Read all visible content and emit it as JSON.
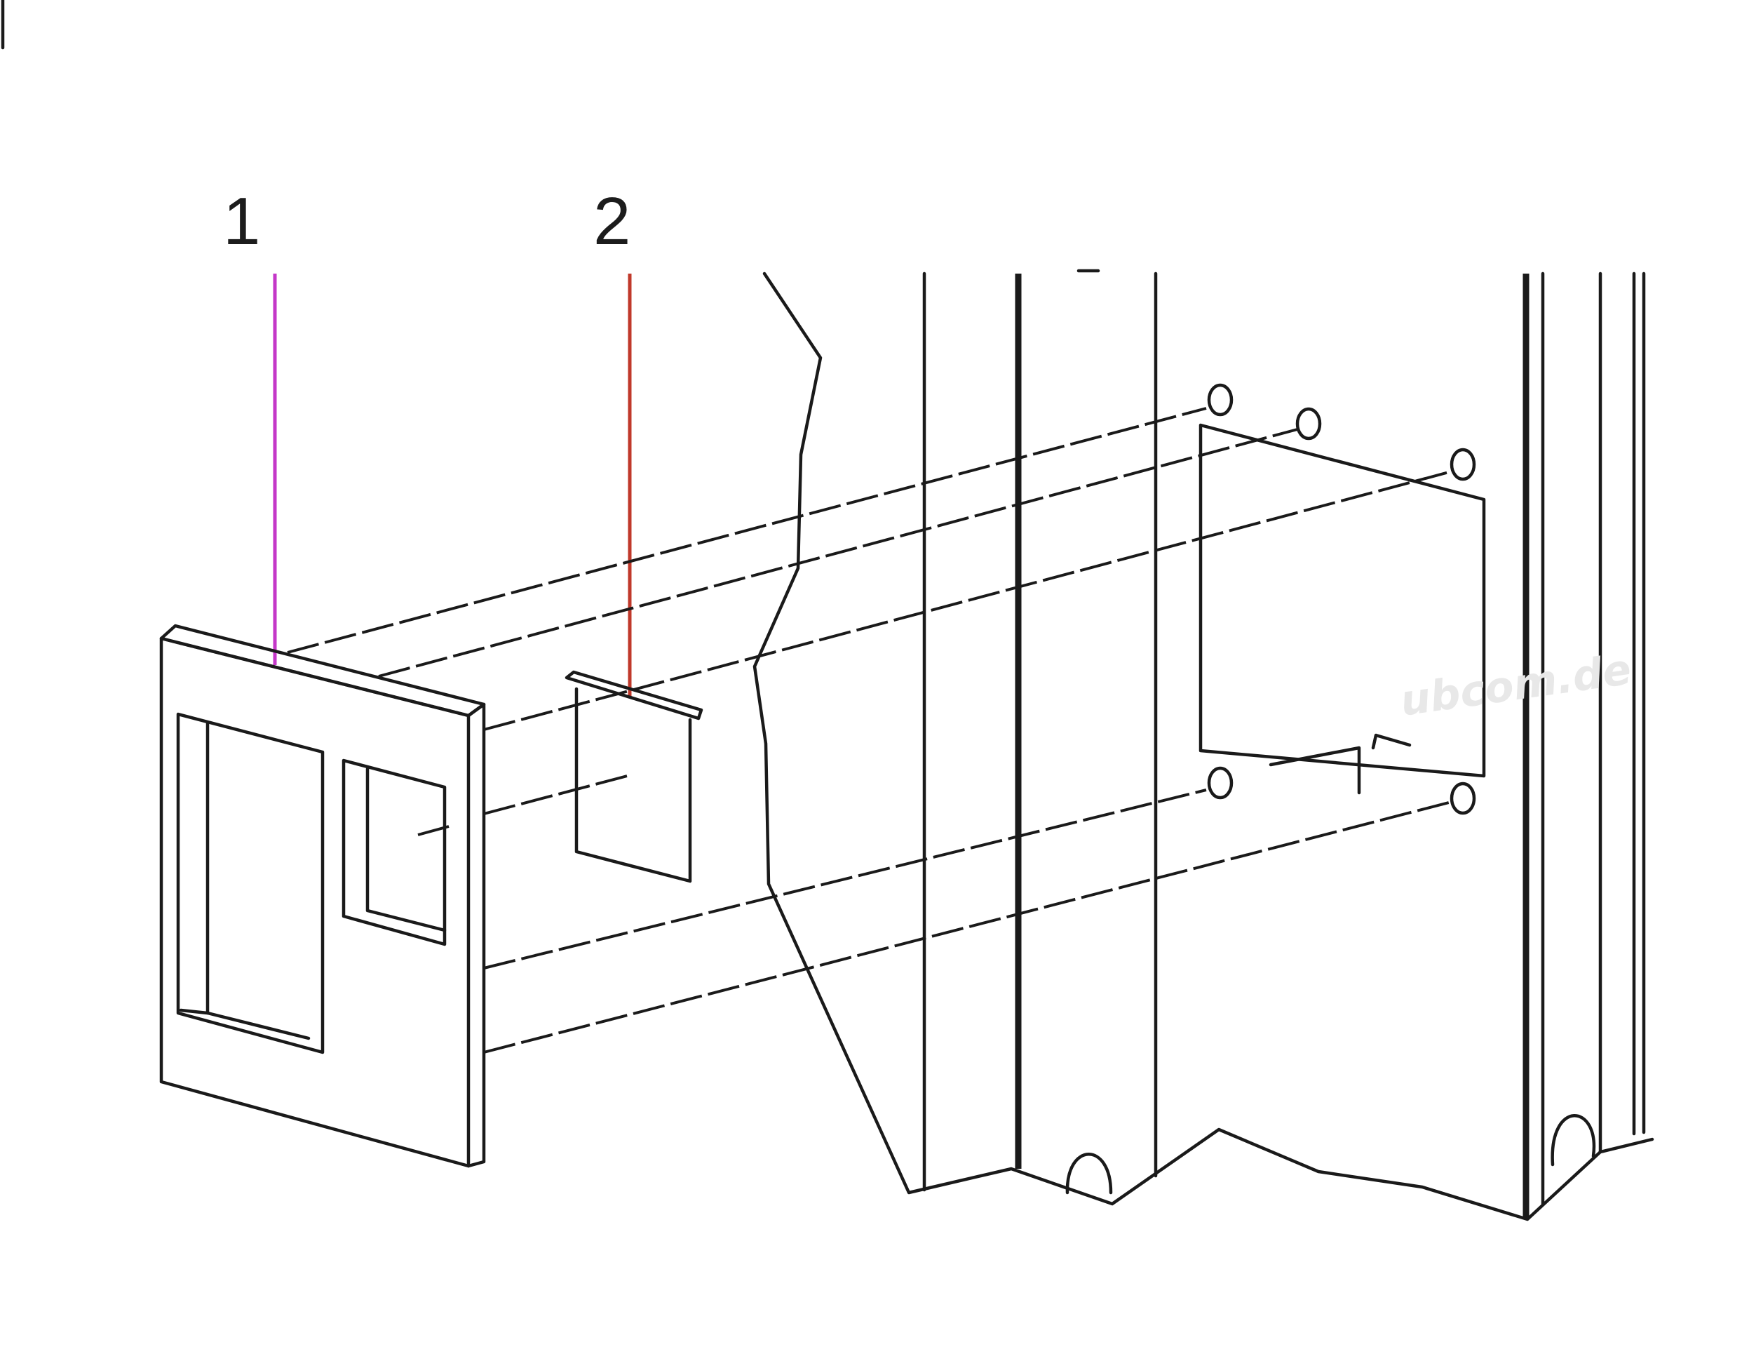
{
  "callouts": [
    {
      "number": "1",
      "color": "#c437c8"
    },
    {
      "number": "2",
      "color": "#c0392b"
    }
  ],
  "colors": {
    "line": "#1a1a1a",
    "background": "#ffffff"
  },
  "watermark": "ubcom.de"
}
